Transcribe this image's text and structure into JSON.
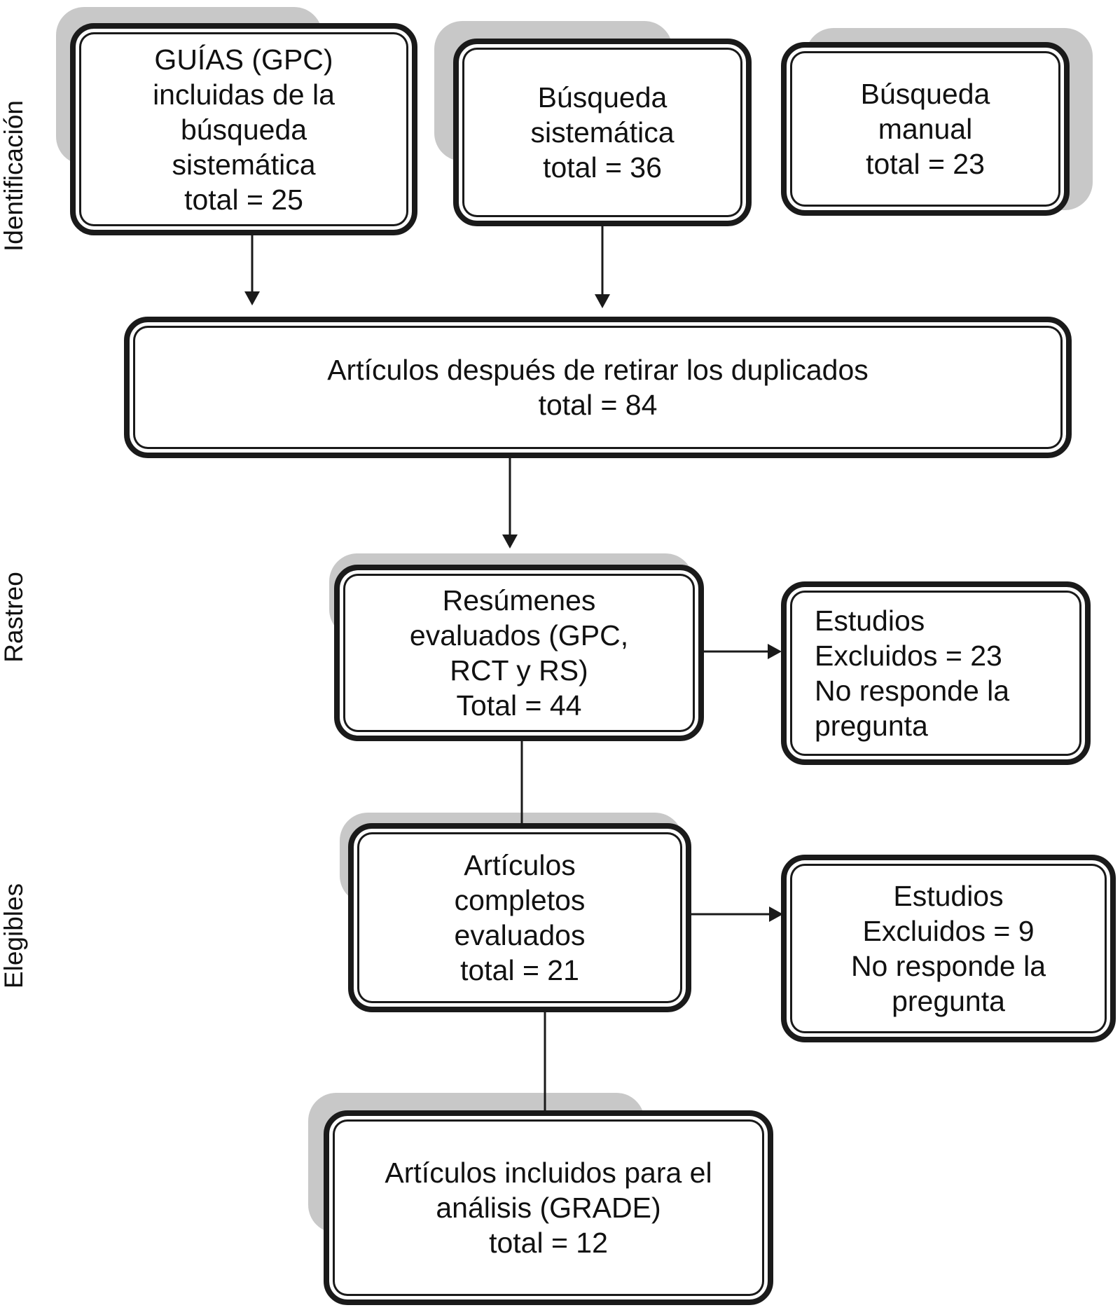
{
  "stages": {
    "identificacion": "Identificación",
    "rastreo": "Rastreo",
    "elegibles": "Elegibles"
  },
  "boxes": {
    "guias": [
      "GUÍAS (GPC)",
      "incluidas de la",
      "búsqueda",
      "sistemática",
      "total = 25"
    ],
    "busqueda_sistematica": [
      "Búsqueda",
      "sistemática",
      "total = 36"
    ],
    "busqueda_manual": [
      "Búsqueda",
      "manual",
      "total = 23"
    ],
    "duplicados": [
      "Artículos después de retirar los duplicados",
      "total = 84"
    ],
    "resumenes": [
      "Resúmenes",
      "evaluados (GPC,",
      "RCT y RS)",
      "Total = 44"
    ],
    "excluidos_rastreo": [
      "Estudios",
      "Excluidos = 23",
      "No responde la",
      "pregunta"
    ],
    "completos": [
      "Artículos",
      "completos",
      "evaluados",
      "total = 21"
    ],
    "excluidos_elegibles": [
      "Estudios",
      "Excluidos = 9",
      "No responde la",
      "pregunta"
    ],
    "incluidos": [
      "Artículos incluidos para el",
      "análisis (GRADE)",
      "total = 12"
    ]
  },
  "colors": {
    "line": "#1a1a1a",
    "shadow": "#c8c8c8",
    "background": "#ffffff"
  }
}
